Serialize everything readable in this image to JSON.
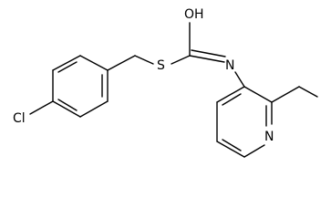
{
  "atoms": {
    "oh": "OH",
    "s": "S",
    "n_imine": "N",
    "cl": "Cl",
    "n_pyridine": "N"
  },
  "colors": {
    "bond": "#000000",
    "label": "#000000",
    "background": "#ffffff"
  }
}
